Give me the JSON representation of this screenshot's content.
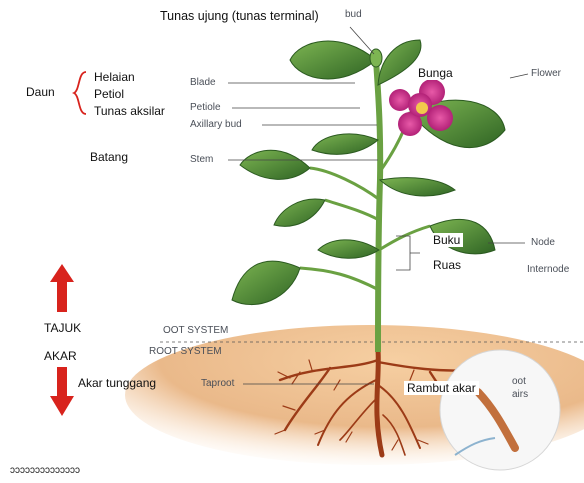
{
  "labels": {
    "tunas_ujung": "Tunas ujung (tunas terminal)",
    "bud": "bud",
    "daun": "Daun",
    "helaian": "Helaian",
    "petiol": "Petiol",
    "tunas_aksilar": "Tunas aksilar",
    "blade": "Blade",
    "petiole": "Petiole",
    "axillary_bud": "Axillary bud",
    "bunga": "Bunga",
    "flower": "Flower",
    "batang": "Batang",
    "stem": "Stem",
    "buku": "Buku",
    "node": "Node",
    "ruas": "Ruas",
    "internode": "Internode",
    "tajuk": "TAJUK",
    "akar": "AKAR",
    "shoot_system": "OOT SYSTEM",
    "root_system": "ROOT SYSTEM",
    "akar_tunggang": "Akar tunggang",
    "taproot": "Taproot",
    "rambut_akar": "Rambut akar",
    "root_hairs_1": "oot",
    "root_hairs_2": "airs",
    "bottom_text": "ɔɔɔɔɔɔɔɔɔɔɔɔɔɔ"
  },
  "colors": {
    "leaf": "#3f7a2e",
    "leaf_light": "#6ea848",
    "stem": "#6aa142",
    "petal": "#c2288a",
    "soil": "#e7b98a",
    "root": "#9c3b17",
    "arrow": "#d8231d",
    "brace": "#d8231d"
  }
}
